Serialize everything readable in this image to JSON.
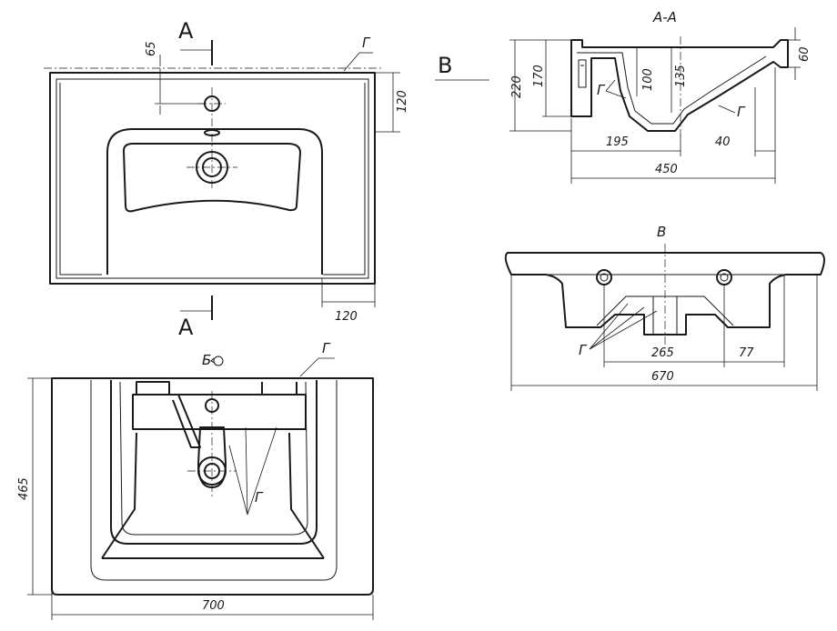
{
  "labels": {
    "section_letter": "A",
    "section_letter_bottom": "A",
    "section_title": "A-A",
    "view_arrow_letter": "B",
    "view_title": "B",
    "bottom_view_title": "Б",
    "callout": "Г"
  },
  "dimensions": {
    "top_tap_offset": "65",
    "top_depth_right": "120",
    "top_corner": "120",
    "section_220": "220",
    "section_170": "170",
    "section_100": "100",
    "section_135": "135",
    "section_60": "60",
    "section_195": "195",
    "section_40": "40",
    "section_450": "450",
    "front_265": "265",
    "front_77": "77",
    "front_670": "670",
    "bottom_465": "465",
    "bottom_700": "700"
  }
}
